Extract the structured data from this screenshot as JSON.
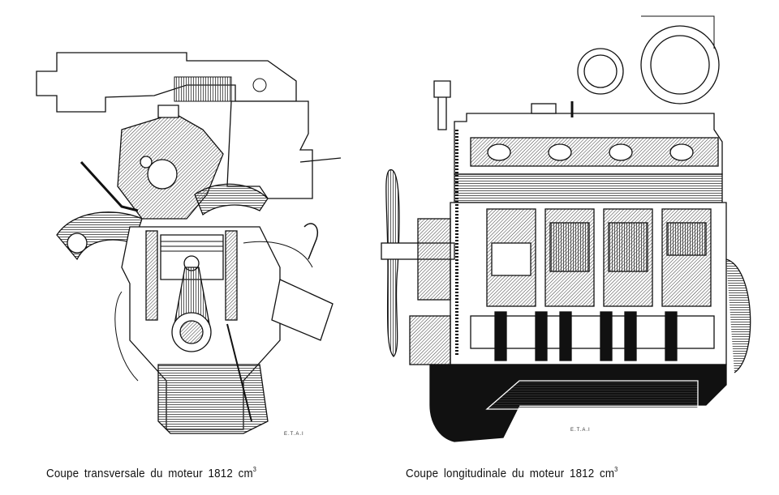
{
  "figures": [
    {
      "caption": "Coupe transversale du moteur 1812 cm",
      "caption_superscript": "3",
      "signature": "E.T.A.I"
    },
    {
      "caption": "Coupe longitudinale du moteur 1812 cm",
      "caption_superscript": "3",
      "signature": "E.T.A.I"
    }
  ],
  "colors": {
    "ink": "#111111",
    "paper": "#ffffff"
  }
}
